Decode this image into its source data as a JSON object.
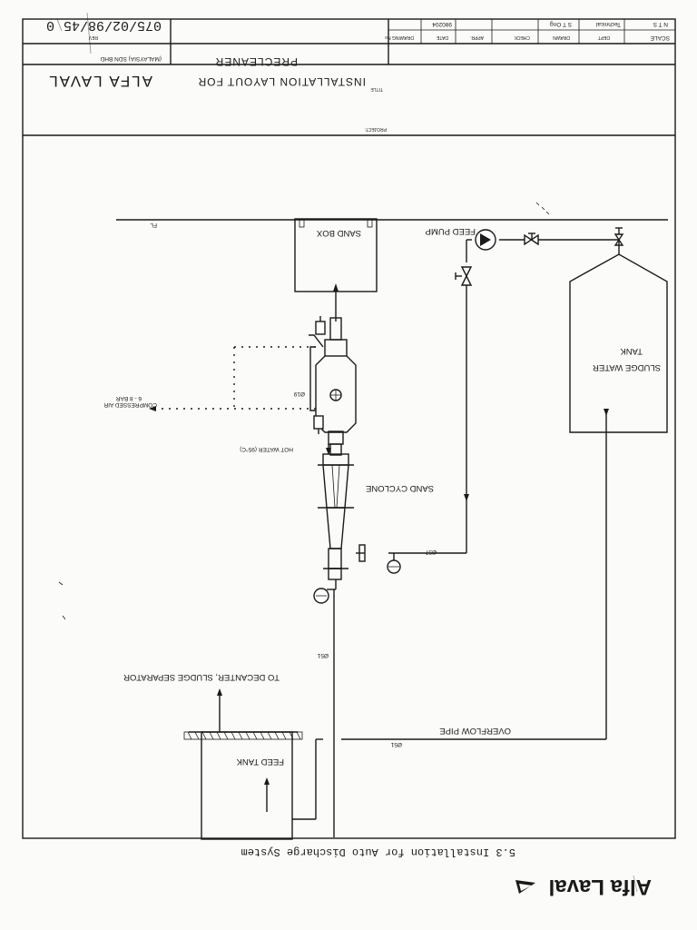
{
  "title_block": {
    "headers": {
      "rev": "REV",
      "drawing_no": "DRAWING No",
      "date": "DATE",
      "appr": "APPR.",
      "check": "CHECK",
      "drawn": "DRAWN",
      "dept": "DEPT",
      "scale": "SCALE"
    },
    "values": {
      "rev": "0",
      "drawing_no": "075/02/98/45",
      "date": "980204",
      "appr": "",
      "check": "",
      "drawn": "S T Ong",
      "dept": "Technical",
      "scale": "N T S"
    },
    "company_line1": "ALFA LAVAL",
    "company_line2": "(MALAYSIA) SDN BHD",
    "title_label": "TITLE",
    "title_line1": "INSTALLATION   LAYOUT   FOR",
    "title_line2": "PRECLEANER",
    "project_label": "PROJECT:"
  },
  "labels": {
    "fl": "FL",
    "feed_pump": "FEED PUMP",
    "sand_box": "SAND BOX",
    "sludge_water_tank_1": "SLUDGE WATER",
    "sludge_water_tank_2": "TANK",
    "compressed_air_1": "COMPRESSED AIR",
    "compressed_air_2": "6 - 8 BAR",
    "d19": "Ø19",
    "hot_water": "HOT WATER (95°C)",
    "sand_cyclone": "SAND CYCLONE",
    "d57": "Ø57",
    "d51_vertical": "Ø51",
    "d51_overflow": "Ø51",
    "to_decanter": "TO DECANTER, SLUDGE SEPARATOR",
    "overflow_pipe": "OVERFLOW PIPE",
    "feed_tank": "FEED TANK"
  },
  "caption": "5.3  Installation for Auto Discharge System",
  "logo": {
    "text": "Alfa Laval",
    "icon": "alfa-laval-logo-icon"
  }
}
